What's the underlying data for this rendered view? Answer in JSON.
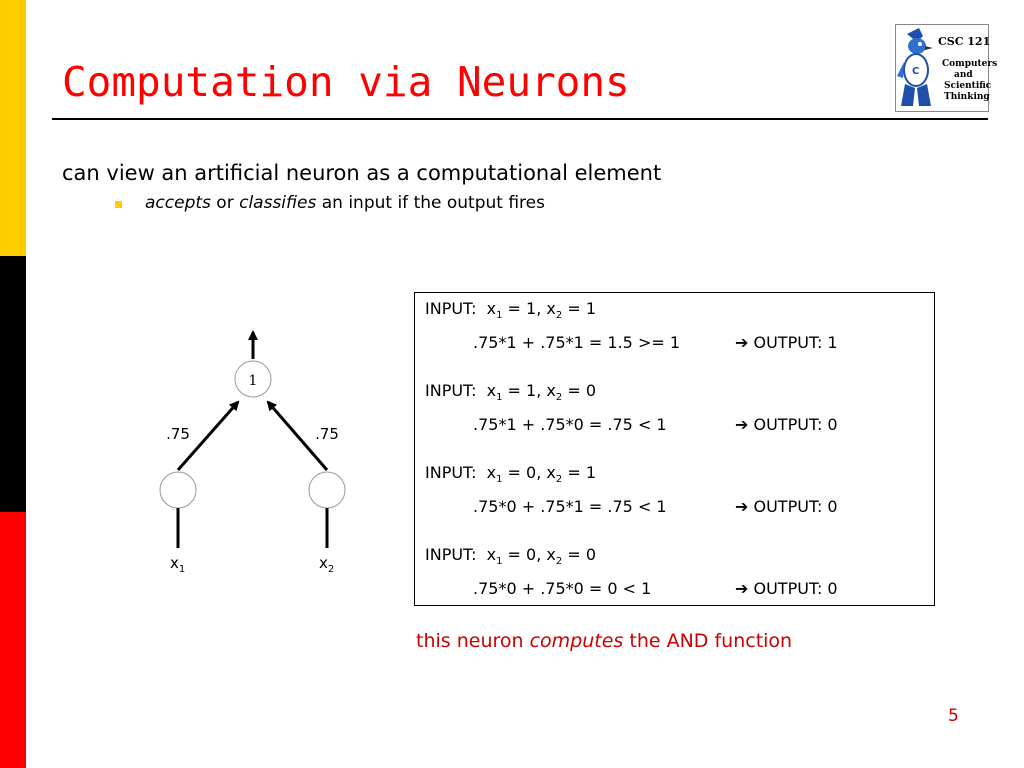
{
  "slide": {
    "title": "Computation via Neurons",
    "page_number": "5"
  },
  "logo": {
    "course": "CSC 121",
    "line1": "Computers",
    "line2": "and",
    "line3": "Scientific",
    "line4": "Thinking"
  },
  "bullets": {
    "main": "can view an artificial neuron as a computational element",
    "sub_accepts": "accepts",
    "sub_or": " or ",
    "sub_classifies": "classifies",
    "sub_rest": " an input if the output fires"
  },
  "diagram": {
    "threshold": "1",
    "weight_left": ".75",
    "weight_right": ".75",
    "input_left": "x",
    "input_left_sub": "1",
    "input_right": "x",
    "input_right_sub": "2"
  },
  "cases": [
    {
      "input_label": "INPUT:",
      "x1": "1",
      "x2": "1",
      "calc": ".75*1 + .75*1 = 1.5 >= 1",
      "arrow": "➔",
      "output": "OUTPUT: 1"
    },
    {
      "input_label": "INPUT:",
      "x1": "1",
      "x2": "0",
      "calc": ".75*1 + .75*0 = .75 < 1",
      "arrow": "➔",
      "output": "OUTPUT: 0"
    },
    {
      "input_label": "INPUT:",
      "x1": "0",
      "x2": "1",
      "calc": ".75*0 + .75*1 = .75 < 1",
      "arrow": "➔",
      "output": "OUTPUT: 0"
    },
    {
      "input_label": "INPUT:",
      "x1": "0",
      "x2": "0",
      "calc": ".75*0 + .75*0 = 0 < 1",
      "arrow": "➔",
      "output": "OUTPUT: 0"
    }
  ],
  "footer": {
    "prefix": "this neuron ",
    "emph": "computes",
    "suffix": " the AND function"
  },
  "colors": {
    "title": "#ff0000",
    "accent_yellow": "#ffcc00",
    "footer_red": "#cc0000"
  }
}
